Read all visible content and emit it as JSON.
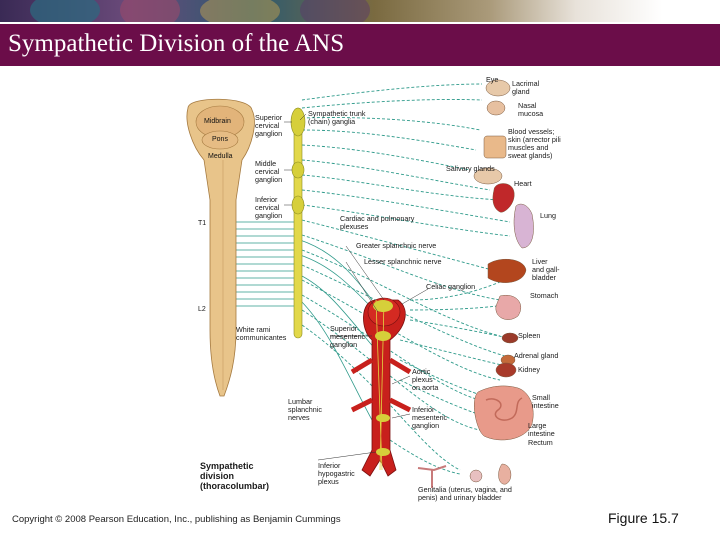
{
  "slide": {
    "title": "Sympathetic Division of the ANS",
    "copyright": "Copyright © 2008 Pearson Education, Inc., publishing as Benjamin Cummings",
    "figure_label": "Figure 15.7"
  },
  "brain_labels": {
    "midbrain": "Midbrain",
    "pons": "Pons",
    "medulla": "Medulla",
    "t1": "T1",
    "l2": "L2"
  },
  "left_labels": {
    "superior_cervical": "Superior\ncervical\nganglion",
    "middle_cervical": "Middle\ncervical\nganglion",
    "inferior_cervical": "Inferior\ncervical\nganglion",
    "white_rami": "White rami\ncommunicantes",
    "lumbar_splanchnic": "Lumbar\nsplanchnic\nnerves",
    "division_title": "Sympathetic\ndivision\n(thoracolumbar)"
  },
  "center_labels": {
    "sympathetic_trunk": "Sympathetic trunk\n(chain) ganglia",
    "cardiac_plexuses": "Cardiac and pulmonary\nplexuses",
    "greater_splanchnic": "Greater splanchnic nerve",
    "lesser_splanchnic": "Lesser splanchnic nerve",
    "celiac": "Celiac ganglion",
    "superior_mesenteric": "Superior\nmesenteric\nganglion",
    "aortic_plexus": "Aortic\nplexus\non aorta",
    "inferior_mesenteric": "Inferior\nmesenteric\nganglion",
    "inferior_hypogastric": "Inferior\nhypogastric\nplexus"
  },
  "organ_labels": {
    "eye": "Eye",
    "lacrimal": "Lacrimal\ngland",
    "nasal": "Nasal\nmucosa",
    "blood_vessels": "Blood vessels;\nskin (arrector pili\nmuscles and\nsweat glands)",
    "salivary": "Salivary glands",
    "heart": "Heart",
    "lung": "Lung",
    "liver": "Liver\nand gall-\nbladder",
    "stomach": "Stomach",
    "spleen": "Spleen",
    "adrenal": "Adrenal gland",
    "kidney": "Kidney",
    "small_intestine": "Small\nintestine",
    "large_intestine": "Large\nintestine",
    "rectum": "Rectum",
    "genitalia": "Genitalia (uterus, vagina, and\npenis) and urinary bladder"
  },
  "colors": {
    "title_bar": "#6b0d49",
    "nerve_dashed": "#2e9a8a",
    "ganglion": "#d6cf3a",
    "aorta": "#c8201c",
    "spinal_cord": "#e8c48a"
  }
}
